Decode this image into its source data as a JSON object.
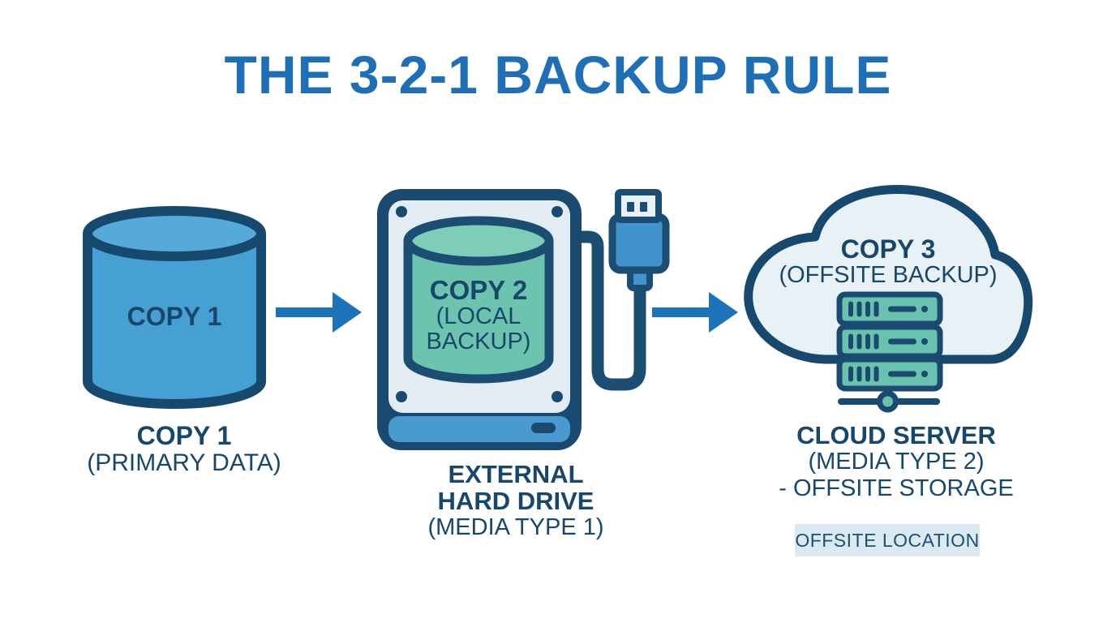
{
  "title": "THE 3-2-1 BACKUP RULE",
  "colors": {
    "title_blue": "#1e6fb5",
    "arrow_blue": "#1b74ba",
    "outline_navy": "#1b4a70",
    "text_navy": "#17476b",
    "primary_cylinder_blue": "#46a0d3",
    "drive_panel_light": "#e2ecf2",
    "drive_strip_blue": "#4a9ad2",
    "usb_blue": "#4094cb",
    "backup_teal": "#6cc3ae",
    "cloud_fill": "#e8f1f6",
    "badge_bg": "#dbe9f1"
  },
  "icons": {
    "primary": "database-cylinder-icon",
    "local": "external-hard-drive-icon",
    "usb": "usb-plug-icon",
    "offsite": "cloud-icon",
    "server": "server-rack-icon",
    "flow": "right-arrow-icon"
  },
  "nodes": {
    "primary": {
      "icon_label": "COPY 1",
      "caption1": "COPY 1",
      "caption2": "(PRIMARY DATA)"
    },
    "local": {
      "icon_label1": "COPY 2",
      "icon_label2": "(LOCAL",
      "icon_label3": "BACKUP)",
      "caption1": "EXTERNAL",
      "caption2": "HARD DRIVE",
      "caption3": "(MEDIA TYPE 1)"
    },
    "offsite": {
      "icon_label1": "COPY 3",
      "icon_label2": "(OFFSITE BACKUP)",
      "caption1": "CLOUD SERVER",
      "caption2": "(MEDIA TYPE 2)",
      "caption3": "- OFFSITE STORAGE",
      "badge": "OFFSITE LOCATION"
    }
  }
}
